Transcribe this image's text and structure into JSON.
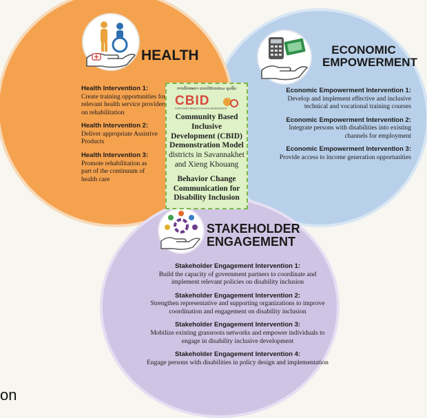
{
  "health": {
    "title": "HEALTH",
    "interventions": [
      {
        "title": "Health Intervention 1:",
        "text": "Create training opportunities for relevant health service providers on rehabilitation"
      },
      {
        "title": "Health Intervention 2:",
        "text": "Deliver appropriate Assistive Products"
      },
      {
        "title": "Health Intervention 3:",
        "text": "Promote rehabilitation as part of the continuum of health care"
      }
    ]
  },
  "economic": {
    "title_line1": "ECONOMIC",
    "title_line2": "EMPOWERMENT",
    "interventions": [
      {
        "title": "Economic Empowerment Intervention 1:",
        "text": "Develop and implement effective and inclusive technical and vocational training courses"
      },
      {
        "title": "Economic Empowerment Intervention 2:",
        "text": "Integrate persons with disabilities into existing channels for employment"
      },
      {
        "title": "Economic Empowerment Intervention 3:",
        "text": "Provide access to income generation opportunities"
      }
    ]
  },
  "stakeholder": {
    "title_line1": "STAKEHOLDER",
    "title_line2": "ENGAGEMENT",
    "interventions": [
      {
        "title": "Stakeholder Engagement Intervention 1:",
        "text": "Build the capacity of government partners to coordinate and implement relevant policies on disability inclusion"
      },
      {
        "title": "Stakeholder Engagement Intervention 2:",
        "text": "Strengthen representative and supporting organizations to improve coordination and engagement on disability inclusion"
      },
      {
        "title": "Stakeholder Engagement Intervention 3:",
        "text": "Mobilize existing grassroots networks and empower individuals to engage in disability inclusive development"
      },
      {
        "title": "Stakeholder Engagement Intervention 4:",
        "text": "Engage persons with disabilities in policy design and implementation"
      }
    ]
  },
  "center": {
    "lao_text": "ການພັດທະນາ ແບບມີສ່ວນຮ່ວມ ຊຸມຊົນ",
    "logo_letters": "CBID",
    "logo_caption": "Community Based Inclusive Development",
    "model_bold": "Community Based Inclusive Development (CBID) Demonstration Model",
    "model_rest": " districts in Savannakhet and Xieng Khouang",
    "bcc": "Behavior Change Communication for Disability Inclusion"
  },
  "fragment": "on",
  "colors": {
    "health": "#f5a24f",
    "economic": "#b9d0ea",
    "stakeholder": "#cfc4e3",
    "center_fill": "#dff1c6",
    "center_border": "#7ab648"
  },
  "icons": [
    "hand-health-icon",
    "hand-money-icon",
    "hand-people-icon"
  ]
}
